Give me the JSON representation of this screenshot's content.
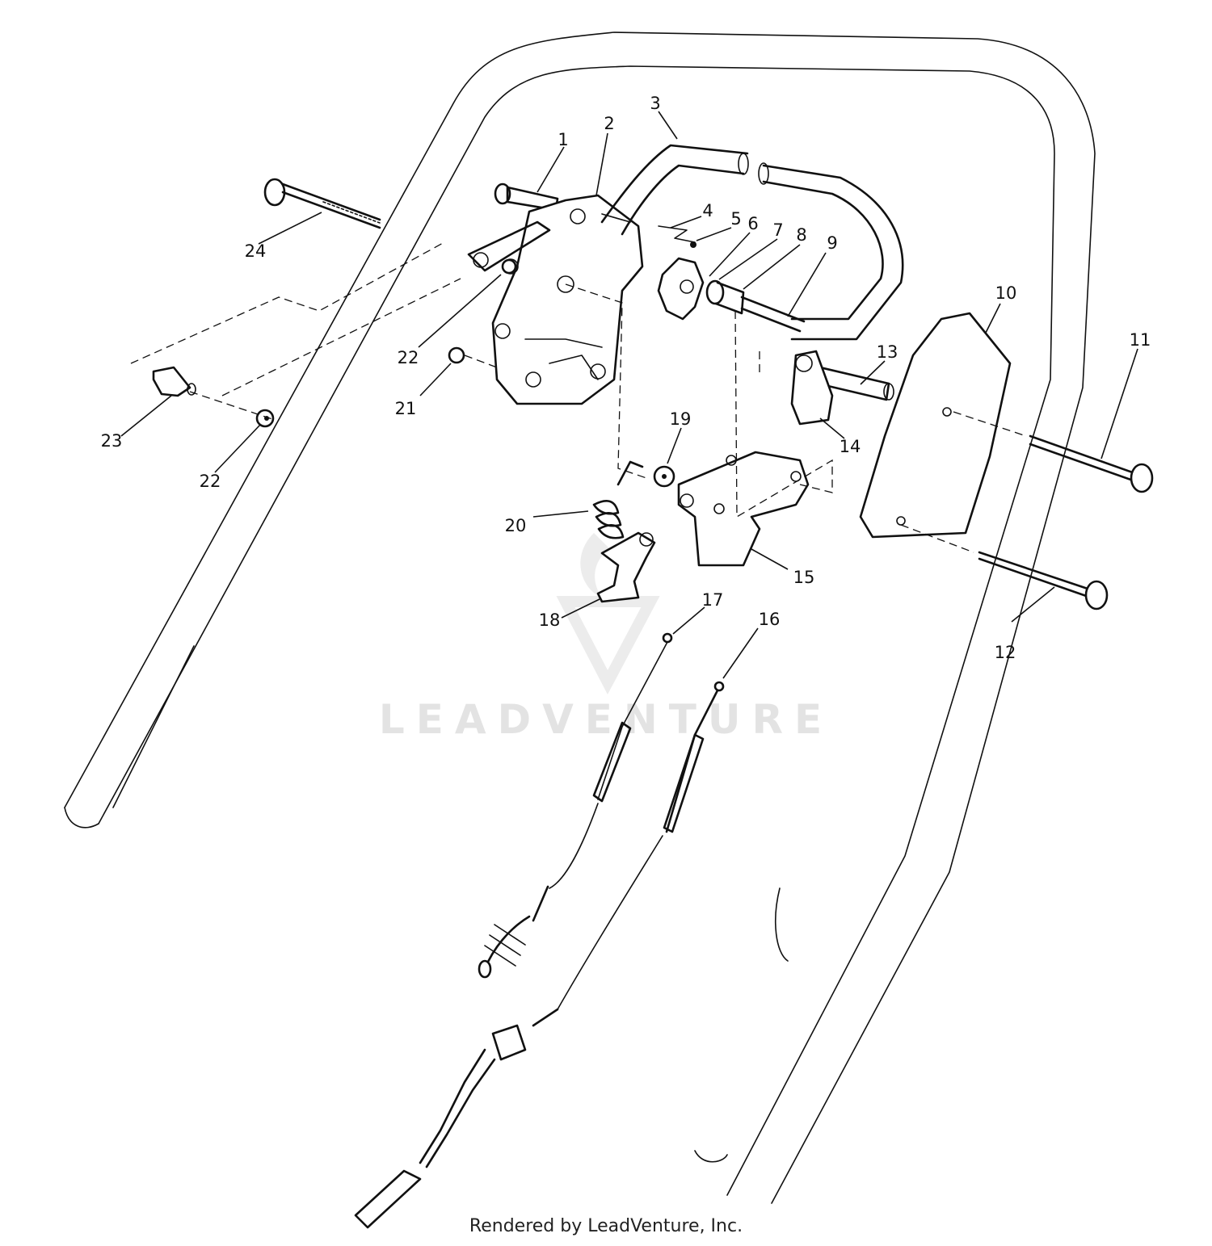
{
  "diagram": {
    "callouts": [
      {
        "id": "1",
        "label": "1"
      },
      {
        "id": "2",
        "label": "2"
      },
      {
        "id": "3",
        "label": "3"
      },
      {
        "id": "4",
        "label": "4"
      },
      {
        "id": "5",
        "label": "5"
      },
      {
        "id": "6",
        "label": "6"
      },
      {
        "id": "7",
        "label": "7"
      },
      {
        "id": "8",
        "label": "8"
      },
      {
        "id": "9",
        "label": "9"
      },
      {
        "id": "10",
        "label": "10"
      },
      {
        "id": "11",
        "label": "11"
      },
      {
        "id": "12",
        "label": "12"
      },
      {
        "id": "13",
        "label": "13"
      },
      {
        "id": "14",
        "label": "14"
      },
      {
        "id": "15",
        "label": "15"
      },
      {
        "id": "16",
        "label": "16"
      },
      {
        "id": "17",
        "label": "17"
      },
      {
        "id": "18",
        "label": "18"
      },
      {
        "id": "19",
        "label": "19"
      },
      {
        "id": "20",
        "label": "20"
      },
      {
        "id": "21",
        "label": "21"
      },
      {
        "id": "22a",
        "label": "22"
      },
      {
        "id": "22b",
        "label": "22"
      },
      {
        "id": "23",
        "label": "23"
      },
      {
        "id": "24",
        "label": "24"
      }
    ]
  },
  "watermark": {
    "text": "LEADVENTURE"
  },
  "footer": {
    "text": "Rendered by LeadVenture, Inc."
  }
}
